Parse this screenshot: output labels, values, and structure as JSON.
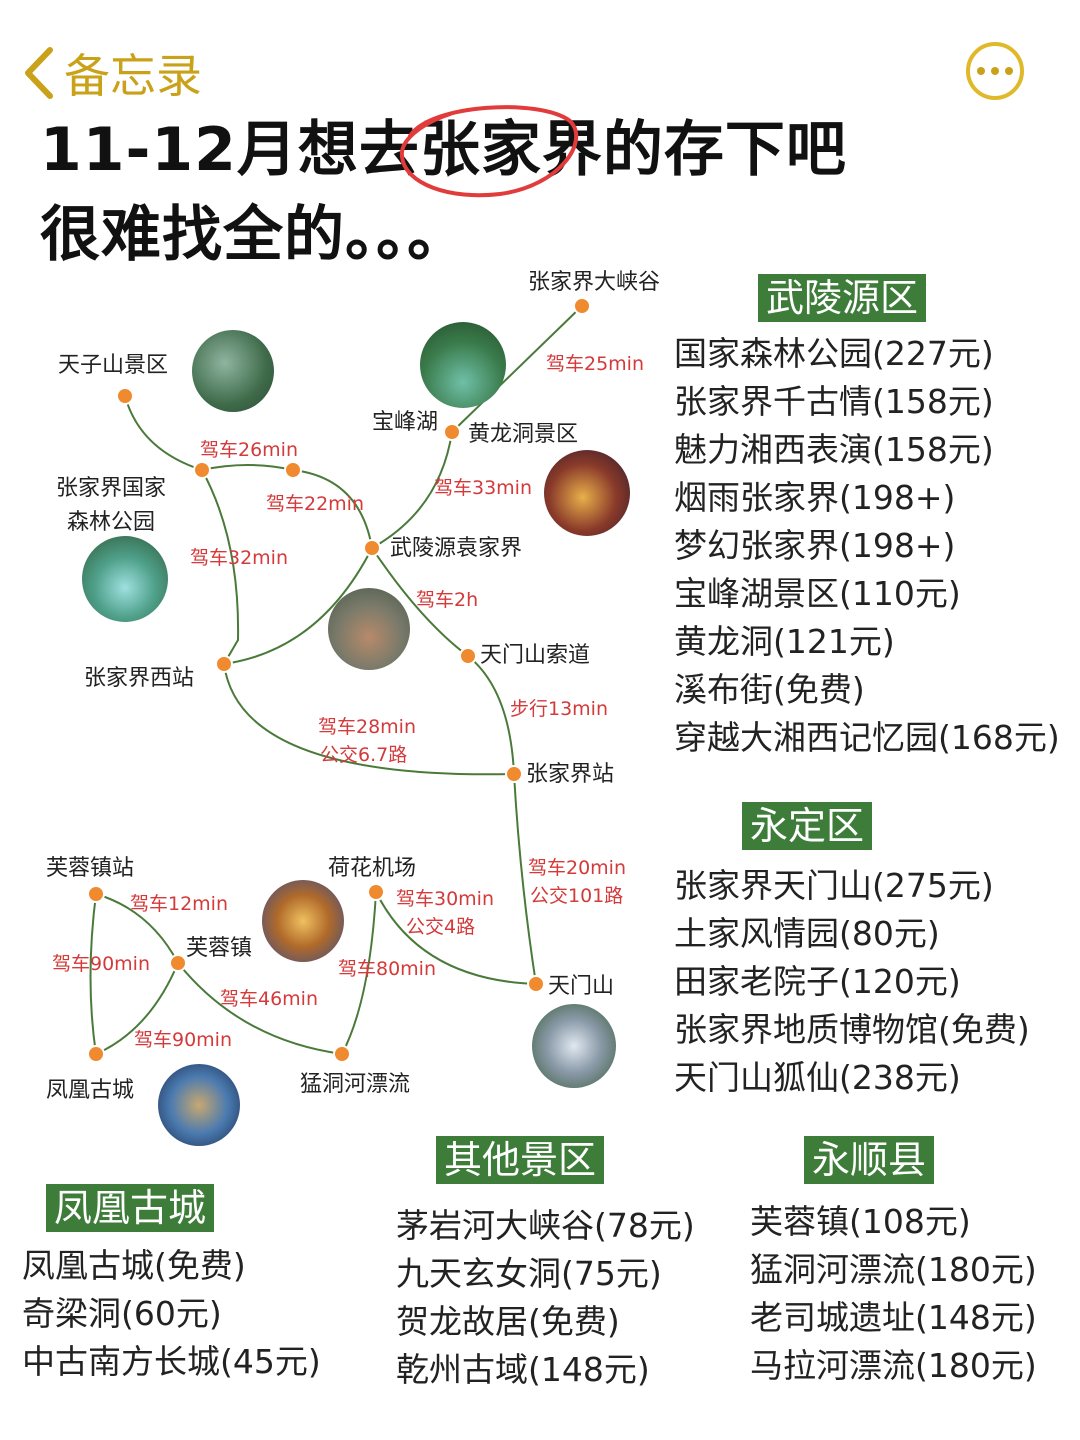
{
  "nav": {
    "back_label": "备忘录",
    "more_icon": "more-icon"
  },
  "title": {
    "line1": "11-12月想去张家界的存下吧",
    "line2": "很难找全的。。。",
    "circle_color": "#e23b3b"
  },
  "colors": {
    "accent": "#c9a21a",
    "route": "#4a7a3a",
    "node": "#f08a2e",
    "section_bg": "#3d7d39",
    "time_label": "#d43a3a"
  },
  "map": {
    "places": {
      "dxg": "张家界大峡谷",
      "tzs": "天子山景区",
      "bfh": "宝峰湖",
      "hld": "黄龙洞景区",
      "slgy": "张家界国家\n森林公园",
      "wly": "武陵源袁家界",
      "xz": "张家界西站",
      "tmsd": "天门山索道",
      "zjjz": "张家界站",
      "frzz": "芙蓉镇站",
      "hhjc": "荷花机场",
      "frz": "芙蓉镇",
      "tms": "天门山",
      "fhgc": "凤凰古城",
      "mdh": "猛洞河漂流"
    },
    "times": {
      "t1": "驾车25min",
      "t2": "驾车26min",
      "t3": "驾车22min",
      "t4": "驾车33min",
      "t5": "驾车32min",
      "t6": "驾车2h",
      "t7": "步行13min",
      "t8": "驾车28min",
      "t8b": "公交6.7路",
      "t9": "驾车20min",
      "t9b": "公交101路",
      "t10": "驾车12min",
      "t11": "驾车30min",
      "t11b": "公交4路",
      "t12": "驾车90min",
      "t13": "驾车80min",
      "t14": "驾车46min",
      "t15": "驾车90min"
    }
  },
  "sections": {
    "wulingyuan": {
      "header": "武陵源区",
      "items": [
        "国家森林公园(227元)",
        "张家界千古情(158元)",
        "魅力湘西表演(158元)",
        "烟雨张家界(198+)",
        "梦幻张家界(198+)",
        "宝峰湖景区(110元)",
        "黄龙洞(121元)",
        "溪布街(免费)",
        "穿越大湘西记忆园(168元)"
      ]
    },
    "yongding": {
      "header": "永定区",
      "items": [
        "张家界天门山(275元)",
        "土家风情园(80元)",
        "田家老院子(120元)",
        "张家界地质博物馆(免费)",
        "天门山狐仙(238元)"
      ]
    },
    "fenghuang": {
      "header": "凤凰古城",
      "items": [
        "凤凰古城(免费)",
        "奇梁洞(60元)",
        "中古南方长城(45元)"
      ]
    },
    "other": {
      "header": "其他景区",
      "items": [
        "茅岩河大峡谷(78元)",
        "九天玄女洞(75元)",
        "贺龙故居(免费)",
        "乾州古域(148元)"
      ]
    },
    "yongshun": {
      "header": "永顺县",
      "items": [
        "芙蓉镇(108元)",
        "猛洞河漂流(180元)",
        "老司城遗址(148元)",
        "马拉河漂流(180元)"
      ]
    }
  }
}
